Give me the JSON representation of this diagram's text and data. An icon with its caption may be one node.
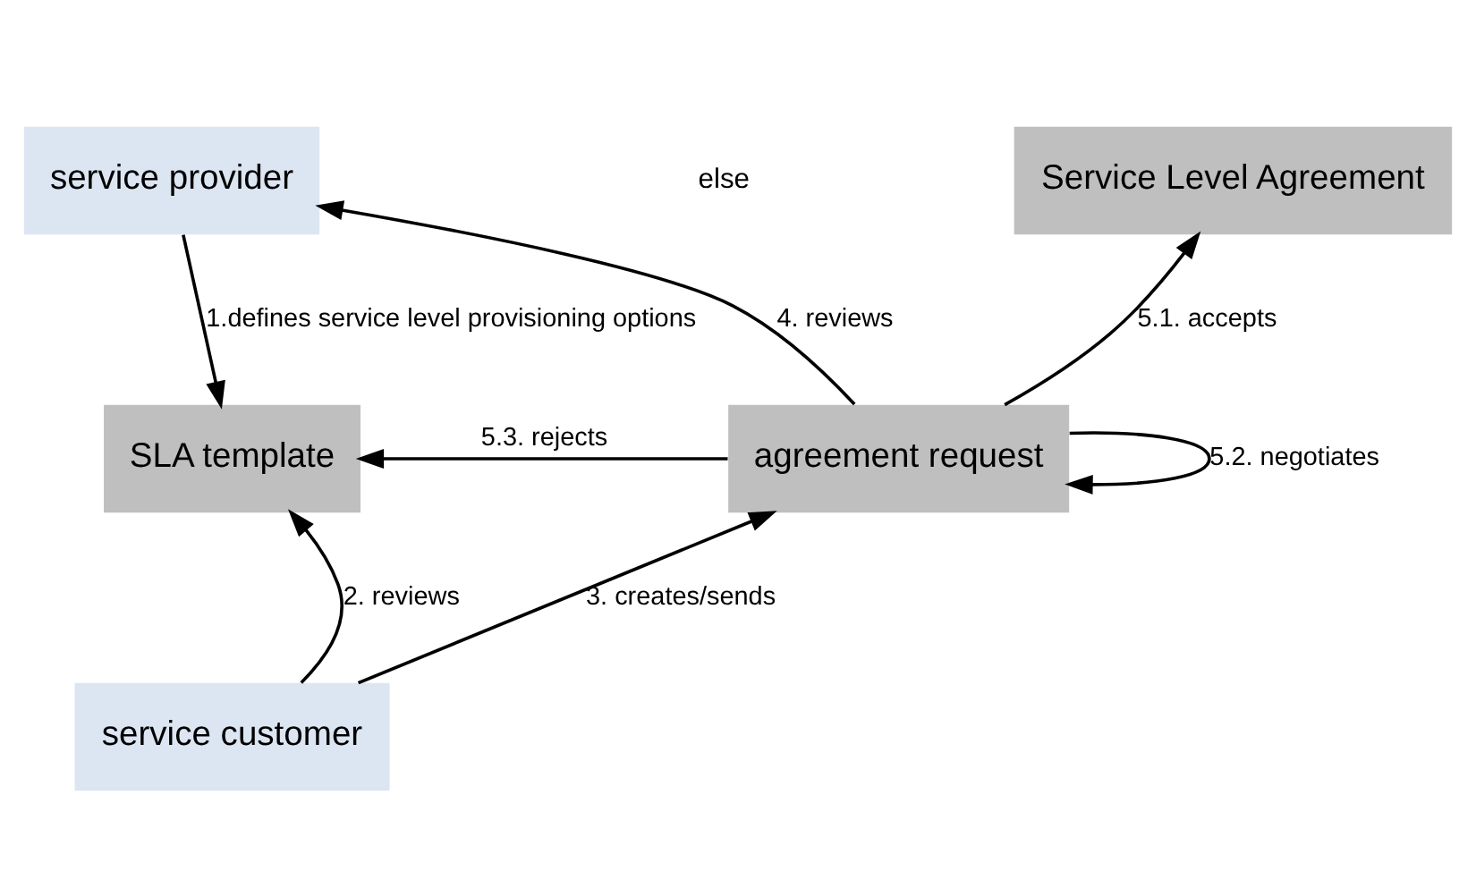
{
  "diagram": {
    "nodes": [
      {
        "text": [
          "service provider"
        ]
      },
      {
        "text": [
          "Service Level Agreement"
        ]
      },
      {
        "text": [
          "SLA template"
        ]
      },
      {
        "text": [
          "agreement request"
        ]
      },
      {
        "text": [
          "service customer"
        ]
      }
    ],
    "edges": [
      {
        "from": 0,
        "to": 2,
        "arrow": "to",
        "label": "1.defines service level provisioning options"
      },
      {
        "from": 4,
        "to": 2,
        "arrow": "to",
        "label": "2. reviews"
      },
      {
        "from": 4,
        "to": 3,
        "arrow": "to",
        "label": "3. creates/sends"
      },
      {
        "from": 3,
        "to": 0,
        "arrow": "to",
        "label": "4. reviews"
      },
      {
        "from": 3,
        "to": 1,
        "arrow": "to",
        "label": "5.1. accepts"
      },
      {
        "from": 3,
        "to": 3,
        "arrow": "to",
        "label": "5.2. negotiates"
      },
      {
        "from": 3,
        "to": 2,
        "arrow": "to",
        "label": "5.3. rejects"
      }
    ],
    "labels": [
      "else"
    ]
  }
}
